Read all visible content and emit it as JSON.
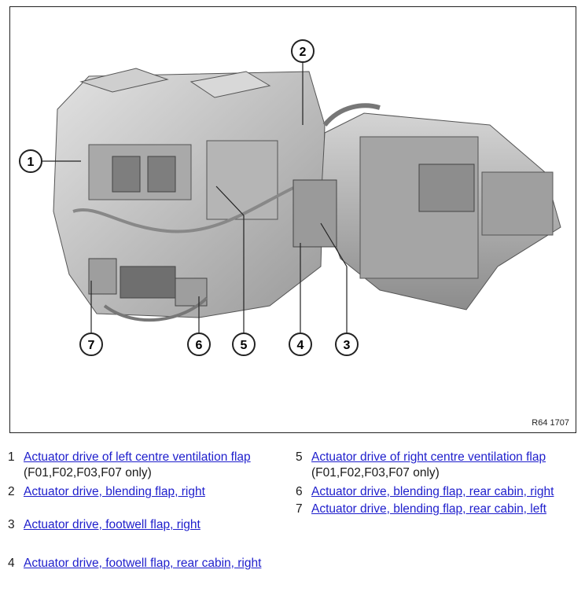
{
  "figure": {
    "reference": "R64 1707",
    "callouts": [
      "1",
      "2",
      "3",
      "4",
      "5",
      "6",
      "7"
    ]
  },
  "legend": {
    "items": [
      {
        "number": "1",
        "link": "Actuator drive of left centre ventilation flap ",
        "suffix": "(F01,F02,F03,F07 only)"
      },
      {
        "number": "2",
        "link": "Actuator drive, blending flap, right",
        "suffix": ""
      },
      {
        "number": "3",
        "link": "Actuator drive, footwell flap, right",
        "suffix": ""
      },
      {
        "number": "4",
        "link": "Actuator drive, footwell flap, rear cabin, right",
        "suffix": ""
      },
      {
        "number": "5",
        "link": "Actuator drive of right centre ventilation flap ",
        "suffix": "(F01,F02,F03,F07 only)"
      },
      {
        "number": "6",
        "link": "Actuator drive, blending flap, rear cabin, right",
        "suffix": ""
      },
      {
        "number": "7",
        "link": "Actuator drive, blending flap, rear cabin, left",
        "suffix": ""
      }
    ]
  },
  "colors": {
    "link": "#1e1ecc",
    "outline": "#222222",
    "part_fill": "#bdbdbd",
    "part_dark": "#8a8a8a"
  }
}
